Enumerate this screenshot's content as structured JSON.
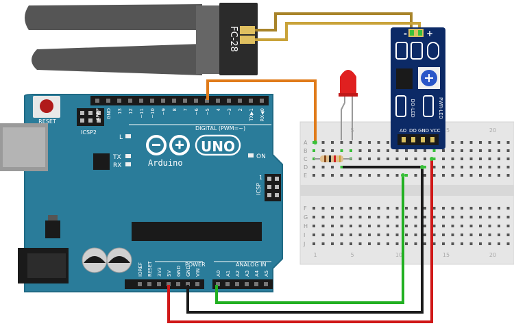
{
  "sensor_probe": {
    "label": "FC-28"
  },
  "module": {
    "pins_top": [
      "-",
      "+"
    ],
    "pins_bottom": [
      "AO",
      "DO",
      "GND",
      "VCC"
    ],
    "led_labels": [
      "DO-LED",
      "PWR-LED"
    ]
  },
  "arduino": {
    "reset_label": "RESET",
    "icsp2_label": "ICSP2",
    "icsp_label": "ICSP",
    "led_labels": [
      "L",
      "TX",
      "RX",
      "ON"
    ],
    "digital_label": "DIGITAL (PWM=~)",
    "digital_pins": [
      "AREF",
      "GND",
      "13",
      "12",
      "~11",
      "~10",
      "~9",
      "8",
      "7",
      "~6",
      "~5",
      "4",
      "~3",
      "2",
      "TX▶1",
      "RX◀0"
    ],
    "brand": "Arduino",
    "model": "UNO",
    "power_label": "POWER",
    "power_pins": [
      "IOREF",
      "RESET",
      "3V3",
      "5V",
      "GND",
      "GND",
      "VIN"
    ],
    "analog_label": "ANALOG IN",
    "analog_pins": [
      "A0",
      "A1",
      "A2",
      "A3",
      "A4",
      "A5"
    ]
  },
  "breadboard": {
    "rows_top": [
      "A",
      "B",
      "C",
      "D",
      "E"
    ],
    "rows_bottom": [
      "F",
      "G",
      "H",
      "I",
      "J"
    ],
    "col_numbers": [
      "1",
      "5",
      "10",
      "15",
      "20"
    ]
  },
  "colors": {
    "board": "#2a7c9a",
    "board_edge": "#1f6a85",
    "wire_orange": "#e07b1a",
    "wire_green": "#22b022",
    "wire_black": "#1a1a1a",
    "wire_red": "#d01818",
    "wire_gold": "#b08a28",
    "module": "#0c2a66",
    "led": "#e02020",
    "probe": "#555555"
  }
}
